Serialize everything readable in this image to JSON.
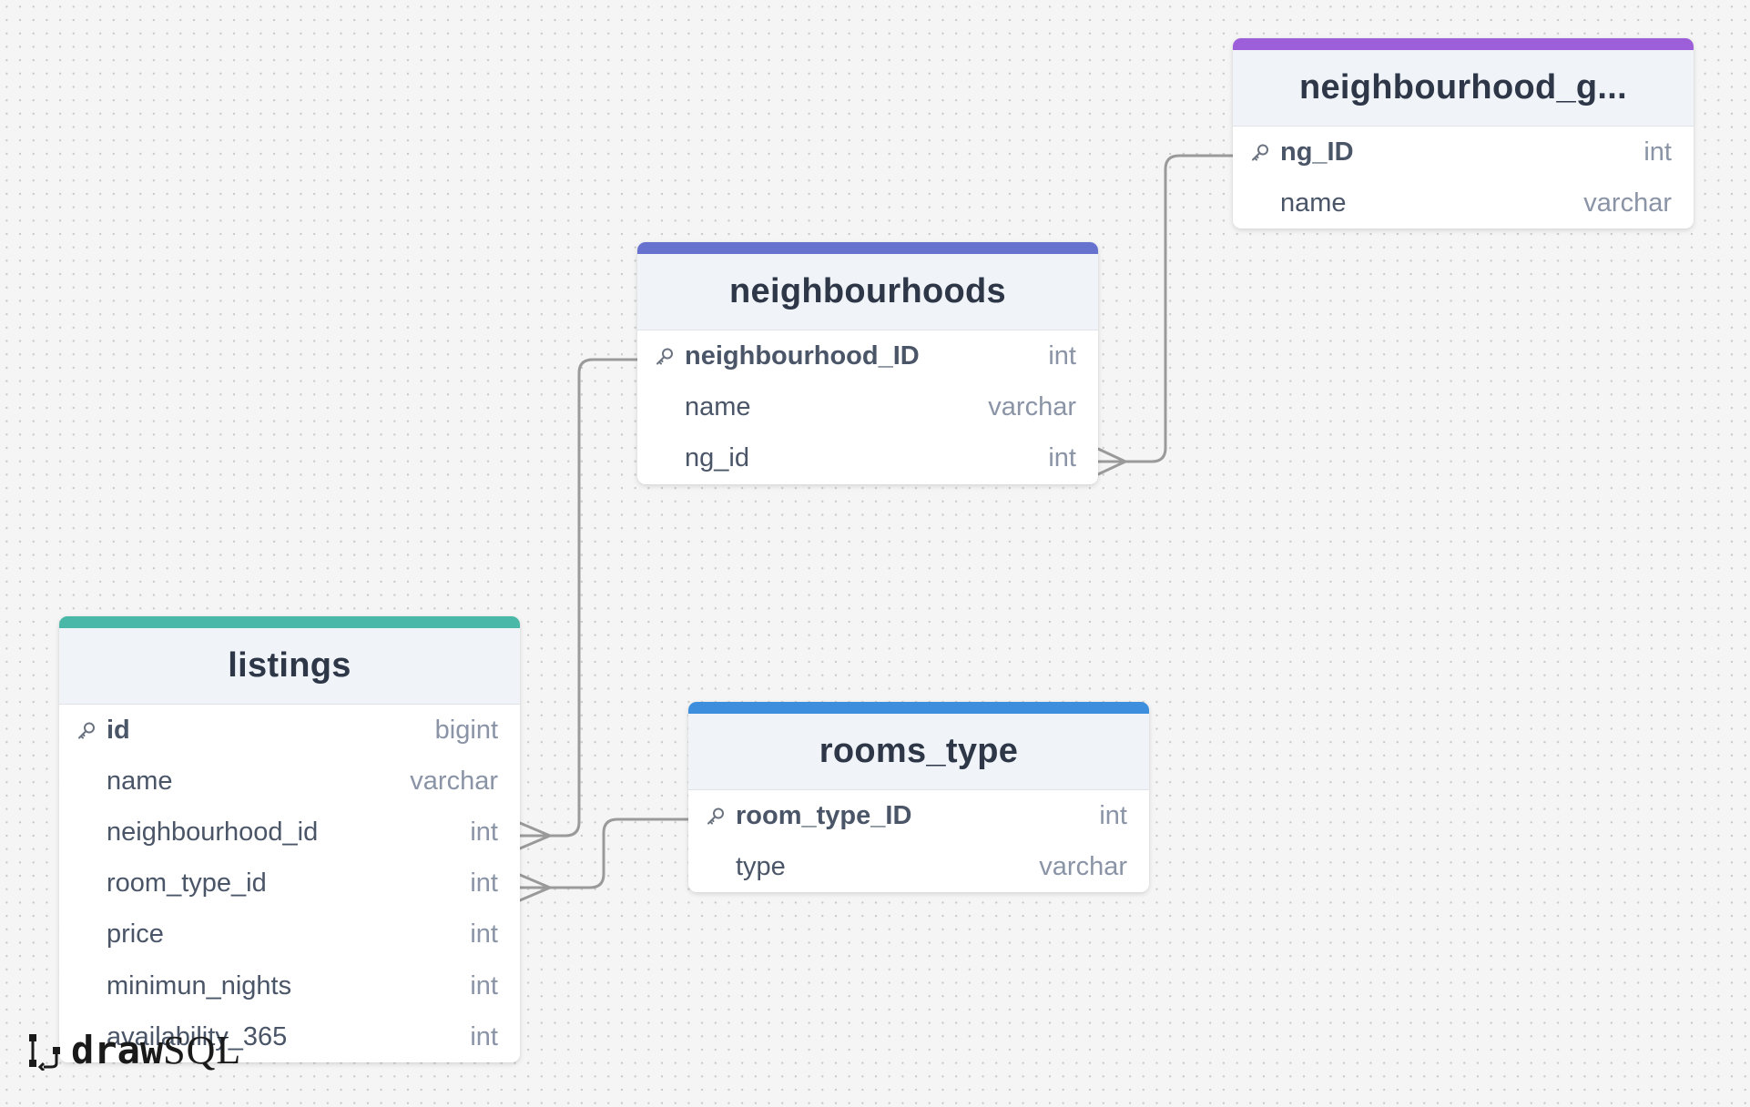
{
  "app": "drawSQL",
  "logo": {
    "part1": "draw",
    "part2": "SQL"
  },
  "colors": {
    "listings": "#4ab8a8",
    "neighbourhoods": "#6772cf",
    "neighbourhood_groups": "#9c5fd9",
    "rooms_type": "#3d8fdd",
    "connector": "#9a9a9a"
  },
  "tables": {
    "neighbourhood_groups": {
      "title": "neighbourhood_g...",
      "columns": [
        {
          "name": "ng_ID",
          "type": "int",
          "pk": true
        },
        {
          "name": "name",
          "type": "varchar"
        }
      ]
    },
    "neighbourhoods": {
      "title": "neighbourhoods",
      "columns": [
        {
          "name": "neighbourhood_ID",
          "type": "int",
          "pk": true
        },
        {
          "name": "name",
          "type": "varchar"
        },
        {
          "name": "ng_id",
          "type": "int"
        }
      ]
    },
    "listings": {
      "title": "listings",
      "columns": [
        {
          "name": "id",
          "type": "bigint",
          "pk": true
        },
        {
          "name": "name",
          "type": "varchar"
        },
        {
          "name": "neighbourhood_id",
          "type": "int"
        },
        {
          "name": "room_type_id",
          "type": "int"
        },
        {
          "name": "price",
          "type": "int"
        },
        {
          "name": "minimun_nights",
          "type": "int"
        },
        {
          "name": "availability_365",
          "type": "int"
        }
      ]
    },
    "rooms_type": {
      "title": "rooms_type",
      "columns": [
        {
          "name": "room_type_ID",
          "type": "int",
          "pk": true
        },
        {
          "name": "type",
          "type": "varchar"
        }
      ]
    }
  },
  "relations": [
    {
      "from": "neighbourhoods.ng_id",
      "to": "neighbourhood_groups.ng_ID",
      "cardinality": "many-to-one"
    },
    {
      "from": "listings.neighbourhood_id",
      "to": "neighbourhoods.neighbourhood_ID",
      "cardinality": "many-to-one"
    },
    {
      "from": "listings.room_type_id",
      "to": "rooms_type.room_type_ID",
      "cardinality": "many-to-one"
    }
  ]
}
